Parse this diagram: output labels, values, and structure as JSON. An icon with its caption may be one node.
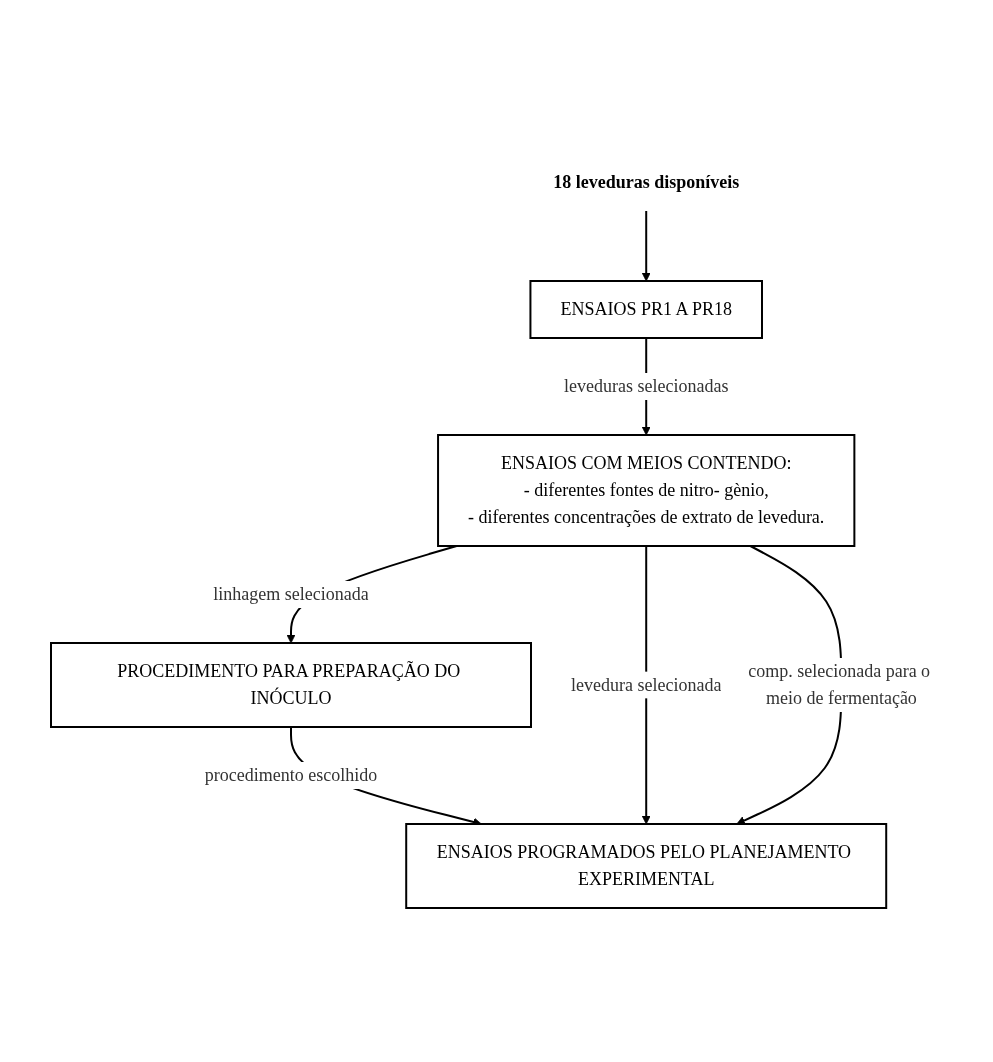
{
  "diagram": {
    "nodes": [
      {
        "text": [
          "18 leveduras disponíveis"
        ]
      },
      {
        "text": [
          "ENSAIOS PR1 A PR18"
        ]
      },
      {
        "text": [
          "ENSAIOS COM MEIOS CONTENDO:",
          "- diferentes fontes de nitro- gènio,",
          "- diferentes concentrações de extrato de levedura."
        ]
      },
      {
        "text": [
          "PROCEDIMENTO PARA PREPARAÇÃO DO INÓCULO"
        ]
      },
      {
        "text": [
          "ENSAIOS PROGRAMADOS PELO PLANEJAMENTO EXPERIMENTAL"
        ]
      }
    ],
    "edges": [
      {
        "from": 0,
        "to": 1,
        "arrow": "to"
      },
      {
        "from": 1,
        "to": 2,
        "arrow": "to",
        "label": "leveduras selecionadas"
      },
      {
        "from": 2,
        "to": 3,
        "arrow": "to",
        "label": "linhagem selecionada"
      },
      {
        "from": 3,
        "to": 4,
        "arrow": "to",
        "label": "procedimento escolhido"
      },
      {
        "from": 2,
        "to": 4,
        "arrow": "to",
        "label": "levedura selecionada"
      },
      {
        "from": 2,
        "to": 4,
        "arrow": "to",
        "label": "comp. selecionada para o meio de fermentação"
      }
    ]
  }
}
